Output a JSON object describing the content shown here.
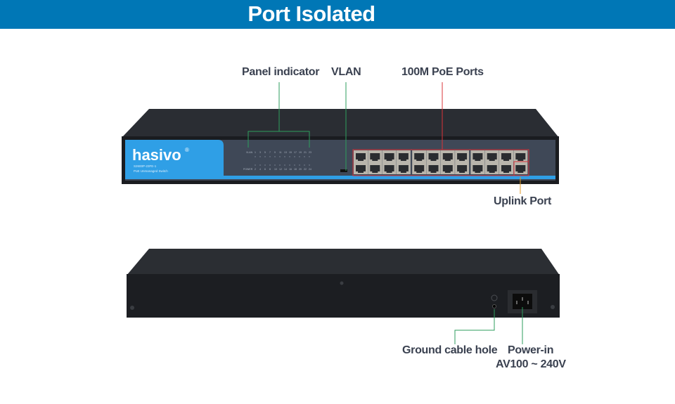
{
  "header": {
    "title": "Port Isolated"
  },
  "brand": {
    "logo": "hasivo",
    "registered": "®",
    "model": "S2600P-23FE-1",
    "subtitle": "PoE Unmanaged Switch"
  },
  "front_panel": {
    "led_top_prefix": "VLAN",
    "led_bottom_prefix": "POWER",
    "led_top_numbers": [
      "1",
      "3",
      "5",
      "7",
      "9",
      "11",
      "13",
      "15",
      "17",
      "19",
      "21",
      "23"
    ],
    "led_bottom_numbers": [
      "2",
      "4",
      "6",
      "8",
      "10",
      "12",
      "14",
      "16",
      "18",
      "20",
      "22",
      "24"
    ],
    "port_count": 24
  },
  "callouts": {
    "panel_indicator": "Panel indicator",
    "vlan": "VLAN",
    "poe_ports": "100M PoE Ports",
    "uplink_port": "Uplink Port",
    "ground_cable_hole": "Ground cable hole",
    "power_in": "Power-in",
    "power_range": "AV100 ~ 240V"
  },
  "colors": {
    "header_bg": "#0077b6",
    "label_text": "#3a4150",
    "green_line": "#2e9e5e",
    "red_line": "#d9343a",
    "orange_line": "#e09a2a",
    "chassis": "#1f2227",
    "faceplate": "#3d4654",
    "logo_panel": "#2f9fe6"
  }
}
